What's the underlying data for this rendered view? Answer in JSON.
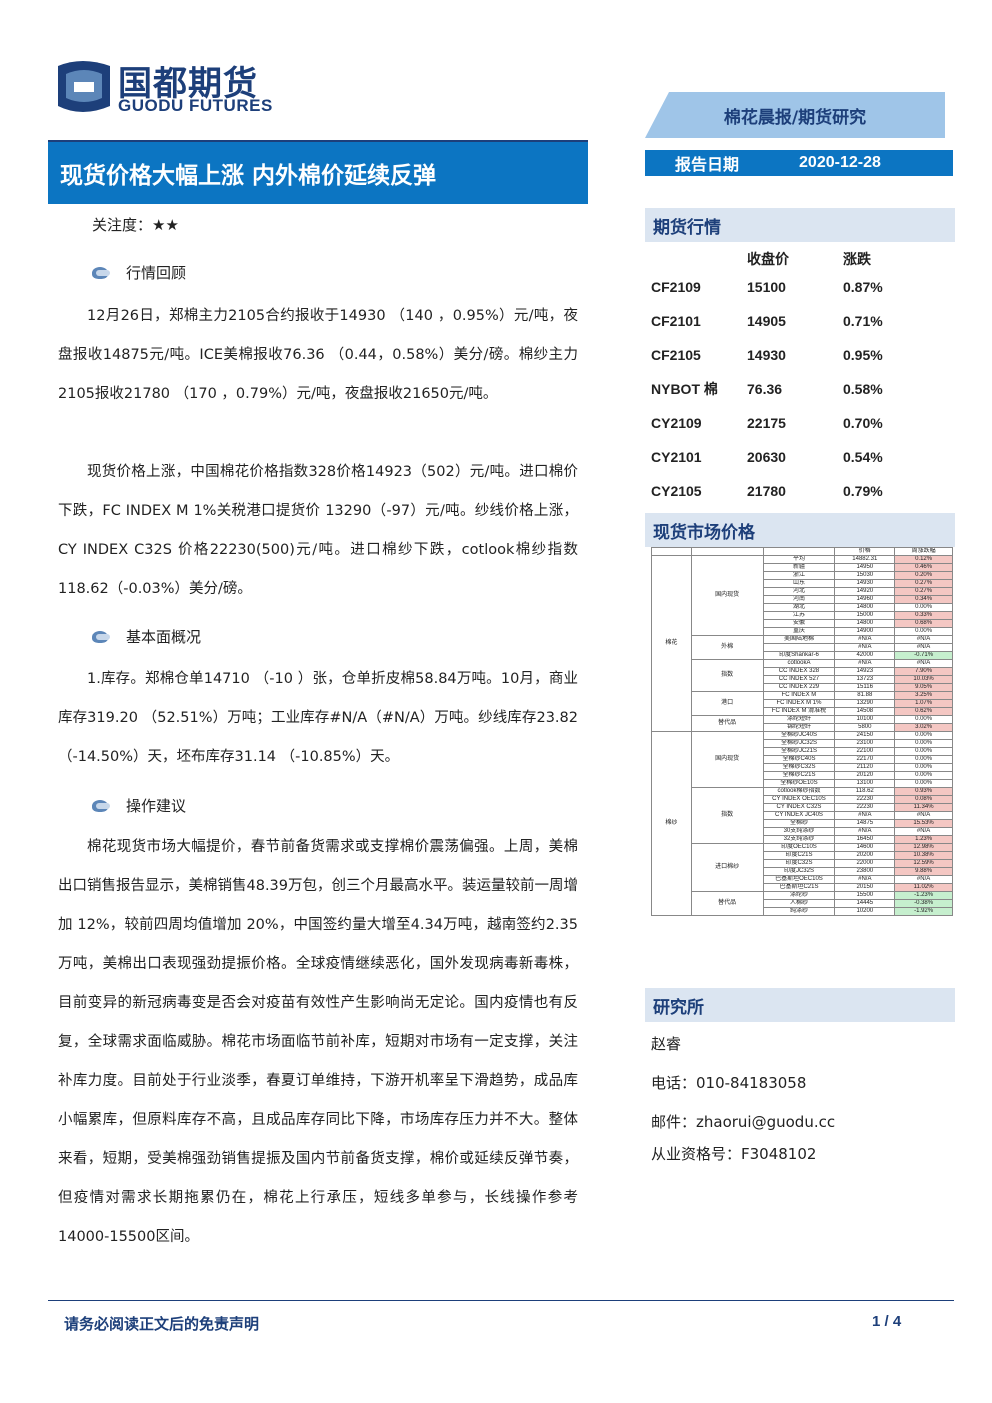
{
  "brand": {
    "name_cn": "国都期货",
    "name_en": "GUODU FUTURES"
  },
  "report_type": "棉花晨报/期货研究",
  "title": "现货价格大幅上涨 内外棉价延续反弹",
  "report_date_label": "报告日期",
  "report_date": "2020-12-28",
  "attention": "关注度：★★",
  "sections": {
    "s1": "行情回顾",
    "s2": "基本面概况",
    "s3": "操作建议"
  },
  "paragraphs": {
    "p1": "12月26日，郑棉主力2105合约报收于14930 （140 ，0.95%）元/吨，夜盘报收14875元/吨。ICE美棉报收76.36 （0.44，0.58%）美分/磅。棉纱主力2105报收21780 （170 ，0.79%）元/吨，夜盘报收21650元/吨。",
    "p2": "现货价格上涨，中国棉花价格指数328价格14923（502）元/吨。进口棉价下跌，FC INDEX M 1%关税港口提货价 13290（-97）元/吨。纱线价格上涨，CY INDEX C32S 价格22230(500)元/吨。进口棉纱下跌，cotlook棉纱指数118.62（-0.03%）美分/磅。",
    "p3": "1.库存。郑棉仓单14710 （-10 ）张，仓单折皮棉58.84万吨。10月，商业库存319.20 （52.51%）万吨；工业库存#N/A（#N/A）万吨。纱线库存23.82 （-14.50%）天，坯布库存31.14 （-10.85%）天。",
    "p4": "棉花现货市场大幅提价，春节前备货需求或支撑棉价震荡偏强。上周，美棉出口销售报告显示，美棉销售48.39万包，创三个月最高水平。装运量较前一周增加 12%，较前四周均值增加 20%，中国签约量大增至4.34万吨，越南签约2.35万吨，美棉出口表现强劲提振价格。全球疫情继续恶化，国外发现病毒新毒株，目前变异的新冠病毒变是否会对疫苗有效性产生影响尚无定论。国内疫情也有反复，全球需求面临威胁。棉花市场面临节前补库，短期对市场有一定支撑，关注补库力度。目前处于行业淡季，春夏订单维持，下游开机率呈下滑趋势，成品库小幅累库，但原料库存不高，且成品库存同比下降，市场库存压力并不大。整体来看，短期，受美棉强劲销售提振及国内节前备货支撑，棉价或延续反弹节奏，但疫情对需求长期拖累仍在，棉花上行承压，短线多单参与，长线操作参考14000-15500区间。"
  },
  "futures": {
    "heading": "期货行情",
    "col_close": "收盘价",
    "col_change": "涨跌",
    "rows": [
      {
        "code": "CF2109",
        "close": "15100",
        "change": "0.87%"
      },
      {
        "code": "CF2101",
        "close": "14905",
        "change": "0.71%"
      },
      {
        "code": "CF2105",
        "close": "14930",
        "change": "0.95%"
      },
      {
        "code": "NYBOT 棉",
        "close": "76.36",
        "change": "0.58%"
      },
      {
        "code": "CY2109",
        "close": "22175",
        "change": "0.70%"
      },
      {
        "code": "CY2101",
        "close": "20630",
        "change": "0.54%"
      },
      {
        "code": "CY2105",
        "close": "21780",
        "change": "0.79%"
      }
    ]
  },
  "spot": {
    "heading": "现货市场价格",
    "col_price": "价格",
    "col_change": "周涨跌幅",
    "group_cotton": "棉花",
    "group_yarn": "棉纱",
    "rows": [
      {
        "sub": "国内现货",
        "name": "平均",
        "price": "14882.31",
        "chg": "0.12%",
        "s": "pos"
      },
      {
        "sub": "",
        "name": "新疆",
        "price": "14950",
        "chg": "0.46%",
        "s": "pos"
      },
      {
        "sub": "",
        "name": "浙江",
        "price": "15030",
        "chg": "0.20%",
        "s": "pos"
      },
      {
        "sub": "",
        "name": "山东",
        "price": "14930",
        "chg": "0.27%",
        "s": "pos"
      },
      {
        "sub": "",
        "name": "河北",
        "price": "14920",
        "chg": "0.27%",
        "s": "pos"
      },
      {
        "sub": "",
        "name": "河南",
        "price": "14960",
        "chg": "0.34%",
        "s": "pos"
      },
      {
        "sub": "",
        "name": "湖北",
        "price": "14800",
        "chg": "0.00%",
        "s": ""
      },
      {
        "sub": "",
        "name": "江苏",
        "price": "15000",
        "chg": "0.33%",
        "s": "pos"
      },
      {
        "sub": "",
        "name": "安徽",
        "price": "14800",
        "chg": "0.68%",
        "s": "pos"
      },
      {
        "sub": "",
        "name": "重庆",
        "price": "14900",
        "chg": "0.00%",
        "s": ""
      },
      {
        "sub": "外棉",
        "name": "美国陆地棉",
        "price": "#N/A",
        "chg": "#N/A",
        "s": ""
      },
      {
        "sub": "",
        "name": "",
        "price": "#N/A",
        "chg": "#N/A",
        "s": ""
      },
      {
        "sub": "",
        "name": "印度Shankar-6",
        "price": "42000",
        "chg": "-0.71%",
        "s": "neg"
      },
      {
        "sub": "指数",
        "name": "cotlookA",
        "price": "#N/A",
        "chg": "#N/A",
        "s": ""
      },
      {
        "sub": "",
        "name": "CC INDEX 328",
        "price": "14923",
        "chg": "7.90%",
        "s": "pos"
      },
      {
        "sub": "",
        "name": "CC INDEX 527",
        "price": "13723",
        "chg": "10.03%",
        "s": "pos"
      },
      {
        "sub": "",
        "name": "CC INDEX 229",
        "price": "15116",
        "chg": "9.05%",
        "s": "pos"
      },
      {
        "sub": "港口",
        "name": "FC INDEX M",
        "price": "81.88",
        "chg": "3.25%",
        "s": "pos"
      },
      {
        "sub": "",
        "name": "FC INDEX M 1%",
        "price": "13290",
        "chg": "1.07%",
        "s": "pos"
      },
      {
        "sub": "",
        "name": "FC INDEX M 滑准税",
        "price": "14508",
        "chg": "0.62%",
        "s": "pos"
      },
      {
        "sub": "替代品",
        "name": "涤纶短纤",
        "price": "10100",
        "chg": "0.00%",
        "s": ""
      },
      {
        "sub": "",
        "name": "锦纶短纤",
        "price": "5800",
        "chg": "3.02%",
        "s": "pos"
      },
      {
        "sub": "国内现货",
        "name": "全棉纱JC40S",
        "price": "24150",
        "chg": "0.00%",
        "s": ""
      },
      {
        "sub": "",
        "name": "全棉纱JC32S",
        "price": "23100",
        "chg": "0.00%",
        "s": ""
      },
      {
        "sub": "",
        "name": "全棉纱JC21S",
        "price": "22100",
        "chg": "0.00%",
        "s": ""
      },
      {
        "sub": "",
        "name": "全棉纱C40S",
        "price": "22170",
        "chg": "0.00%",
        "s": ""
      },
      {
        "sub": "",
        "name": "全棉纱C32S",
        "price": "21120",
        "chg": "0.00%",
        "s": ""
      },
      {
        "sub": "",
        "name": "全棉纱C21S",
        "price": "20120",
        "chg": "0.00%",
        "s": ""
      },
      {
        "sub": "",
        "name": "全棉纱OE10S",
        "price": "13100",
        "chg": "0.00%",
        "s": ""
      },
      {
        "sub": "指数",
        "name": "cotlook棉纱指数",
        "price": "118.62",
        "chg": "0.93%",
        "s": "pos"
      },
      {
        "sub": "",
        "name": "CY INDEX OEC10S",
        "price": "22230",
        "chg": "0.08%",
        "s": "pos"
      },
      {
        "sub": "",
        "name": "CY INDEX C32S",
        "price": "22230",
        "chg": "11.34%",
        "s": "pos"
      },
      {
        "sub": "",
        "name": "CY INDEX JC40S",
        "price": "#N/A",
        "chg": "#N/A",
        "s": ""
      },
      {
        "sub": "",
        "name": "全棉纱",
        "price": "14875",
        "chg": "15.53%",
        "s": "pos"
      },
      {
        "sub": "",
        "name": "30支纯涤纱",
        "price": "#N/A",
        "chg": "#N/A",
        "s": ""
      },
      {
        "sub": "",
        "name": "32支纯涤纱",
        "price": "16450",
        "chg": "1.23%",
        "s": "pos"
      },
      {
        "sub": "进口棉纱",
        "name": "印度OEC10S",
        "price": "14600",
        "chg": "12.98%",
        "s": "pos"
      },
      {
        "sub": "",
        "name": "印度C21S",
        "price": "20200",
        "chg": "10.38%",
        "s": "pos"
      },
      {
        "sub": "",
        "name": "印度C32S",
        "price": "22000",
        "chg": "12.59%",
        "s": "pos"
      },
      {
        "sub": "",
        "name": "印度JC32S",
        "price": "23800",
        "chg": "9.88%",
        "s": "pos"
      },
      {
        "sub": "",
        "name": "巴基斯坦OEC10S",
        "price": "#N/A",
        "chg": "#N/A",
        "s": ""
      },
      {
        "sub": "",
        "name": "巴基斯坦C21S",
        "price": "20150",
        "chg": "11.02%",
        "s": "pos"
      },
      {
        "sub": "替代品",
        "name": "涤纶纱",
        "price": "15500",
        "chg": "-1.23%",
        "s": "neg"
      },
      {
        "sub": "",
        "name": "人棉纱",
        "price": "14445",
        "chg": "-0.38%",
        "s": "neg"
      },
      {
        "sub": "",
        "name": "纯涤纱",
        "price": "10200",
        "chg": "-1.92%",
        "s": "neg"
      }
    ]
  },
  "institute": {
    "heading": "研究所",
    "name": "赵睿",
    "phone": "电话：010-84183058",
    "email": "邮件：zhaorui@guodu.cc",
    "license": "从业资格号：F3048102"
  },
  "footer": {
    "disclaimer": "请务必阅读正文后的免责声明",
    "page": "1 / 4"
  },
  "colors": {
    "primary_blue": "#0c75c2",
    "navy": "#1d3f7a",
    "light_blue": "#9fc5e8",
    "side_header_bg": "#dbe5f1"
  }
}
